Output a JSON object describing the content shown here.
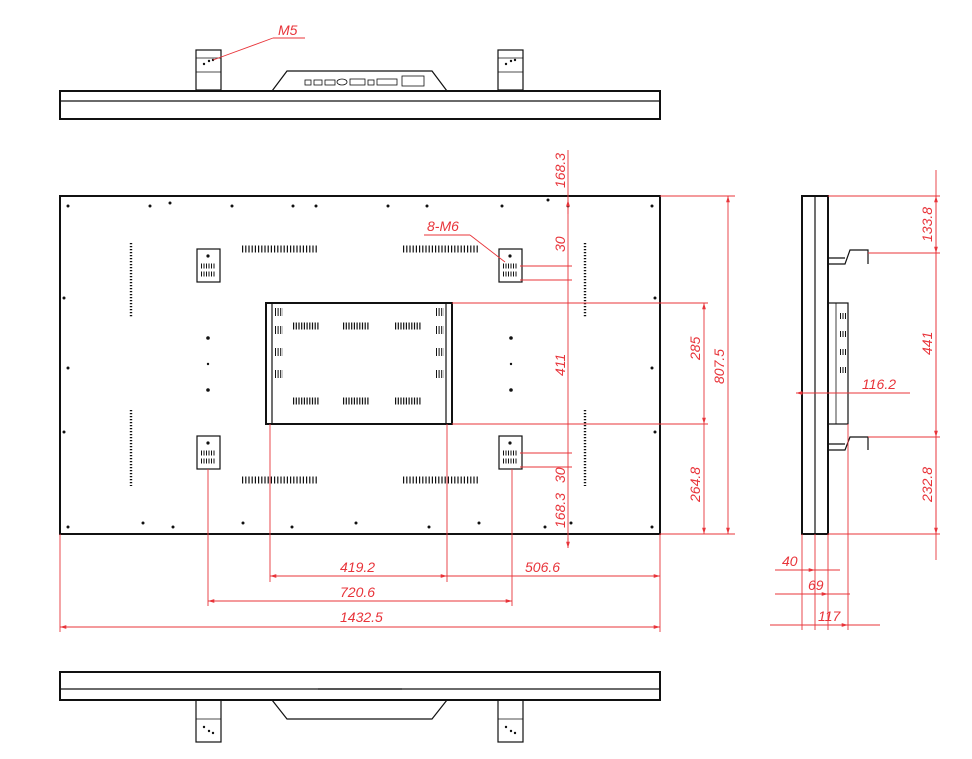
{
  "labels": {
    "thread_m5": "M5",
    "thread_8m6": "8-M6"
  },
  "dimensions": {
    "d_168_3_top": "168.3",
    "d_30_top": "30",
    "d_411": "411",
    "d_30_bottom": "30",
    "d_168_3_bottom": "168.3",
    "d_285": "285",
    "d_264_8": "264.8",
    "d_807_5": "807.5",
    "d_419_2": "419.2",
    "d_506_6": "506.6",
    "d_720_6": "720.6",
    "d_1432_5": "1432.5",
    "d_133_8": "133.8",
    "d_441": "441",
    "d_232_8": "232.8",
    "d_116_2": "116.2",
    "d_40": "40",
    "d_69": "69",
    "d_117": "117"
  },
  "colors": {
    "line": "#111111",
    "dimension": "#e8343a",
    "background": "#ffffff"
  }
}
